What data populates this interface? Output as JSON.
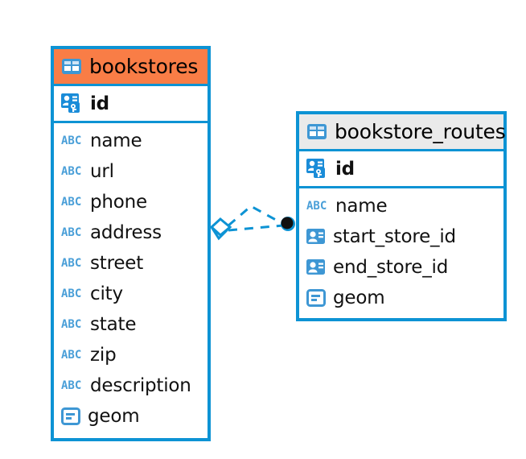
{
  "diagram": {
    "type": "entity-relationship-diagram",
    "background": "#ffffff",
    "accent_border": "#0d93d4",
    "highlight_header": "#f97d46",
    "plain_header": "#eaeaea",
    "icon_blue": "#3e97d4"
  },
  "tables": [
    {
      "name": "bookstores",
      "header_style": "orange",
      "primary_key": {
        "label": "id",
        "icon": "primary-key-icon"
      },
      "fields": [
        {
          "label": "name",
          "icon": "text-abc-icon"
        },
        {
          "label": "url",
          "icon": "text-abc-icon"
        },
        {
          "label": "phone",
          "icon": "text-abc-icon"
        },
        {
          "label": "address",
          "icon": "text-abc-icon"
        },
        {
          "label": "street",
          "icon": "text-abc-icon"
        },
        {
          "label": "city",
          "icon": "text-abc-icon"
        },
        {
          "label": "state",
          "icon": "text-abc-icon"
        },
        {
          "label": "zip",
          "icon": "text-abc-icon"
        },
        {
          "label": "description",
          "icon": "text-abc-icon"
        },
        {
          "label": "geom",
          "icon": "geometry-icon"
        }
      ]
    },
    {
      "name": "bookstore_routes",
      "header_style": "grey",
      "primary_key": {
        "label": "id",
        "icon": "primary-key-icon"
      },
      "fields": [
        {
          "label": "name",
          "icon": "text-abc-icon"
        },
        {
          "label": "start_store_id",
          "icon": "foreign-key-icon"
        },
        {
          "label": "end_store_id",
          "icon": "foreign-key-icon"
        },
        {
          "label": "geom",
          "icon": "geometry-icon"
        }
      ]
    }
  ],
  "relationship": {
    "from_table": "bookstores",
    "to_table": "bookstore_routes",
    "line_style": "dashed",
    "source_marker": "diamond",
    "target_marker": "filled-dot",
    "color": "#0d93d4"
  },
  "icon_labels": {
    "abc": "ABC",
    "table": "table-icon"
  }
}
